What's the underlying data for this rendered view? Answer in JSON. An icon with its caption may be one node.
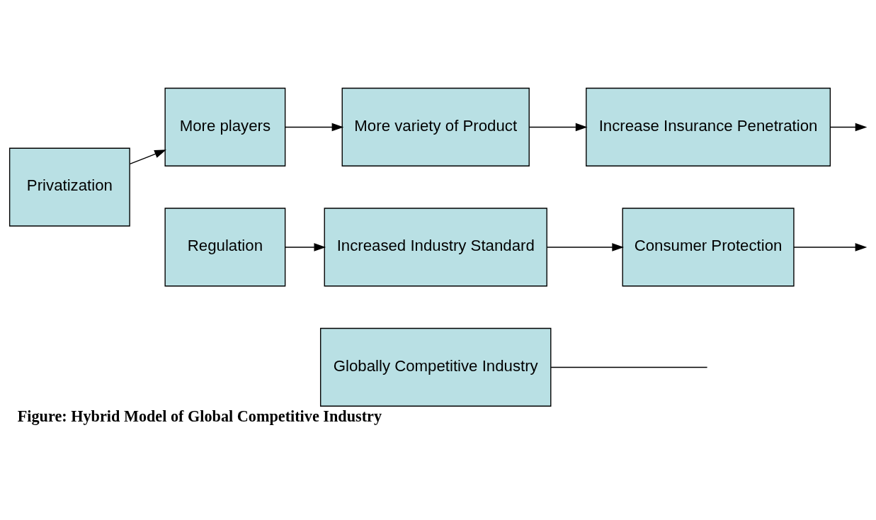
{
  "diagram": {
    "caption": "Figure: Hybrid Model of Global Competitive Industry",
    "nodes": [
      {
        "text": [
          "Privatization"
        ]
      },
      {
        "text": [
          "More players"
        ]
      },
      {
        "text": [
          "More variety of Product"
        ]
      },
      {
        "text": [
          "Increase Insurance Penetration"
        ]
      },
      {
        "text": [
          "Regulation"
        ]
      },
      {
        "text": [
          "Increased Industry Standard"
        ]
      },
      {
        "text": [
          "Consumer Protection"
        ]
      },
      {
        "text": [
          "Globally Competitive Industry"
        ]
      }
    ],
    "edges": [
      {
        "from": 0,
        "to": 1,
        "arrow": "to"
      },
      {
        "from": 1,
        "to": 2,
        "arrow": "to"
      },
      {
        "from": 2,
        "to": 3,
        "arrow": "to"
      },
      {
        "from": 3,
        "to": null,
        "arrow": "to"
      },
      {
        "from": 4,
        "to": 5,
        "arrow": "to"
      },
      {
        "from": 5,
        "to": 6,
        "arrow": "to"
      },
      {
        "from": 6,
        "to": null,
        "arrow": "to"
      },
      {
        "from": 7,
        "to": null,
        "arrow": "none"
      }
    ]
  }
}
